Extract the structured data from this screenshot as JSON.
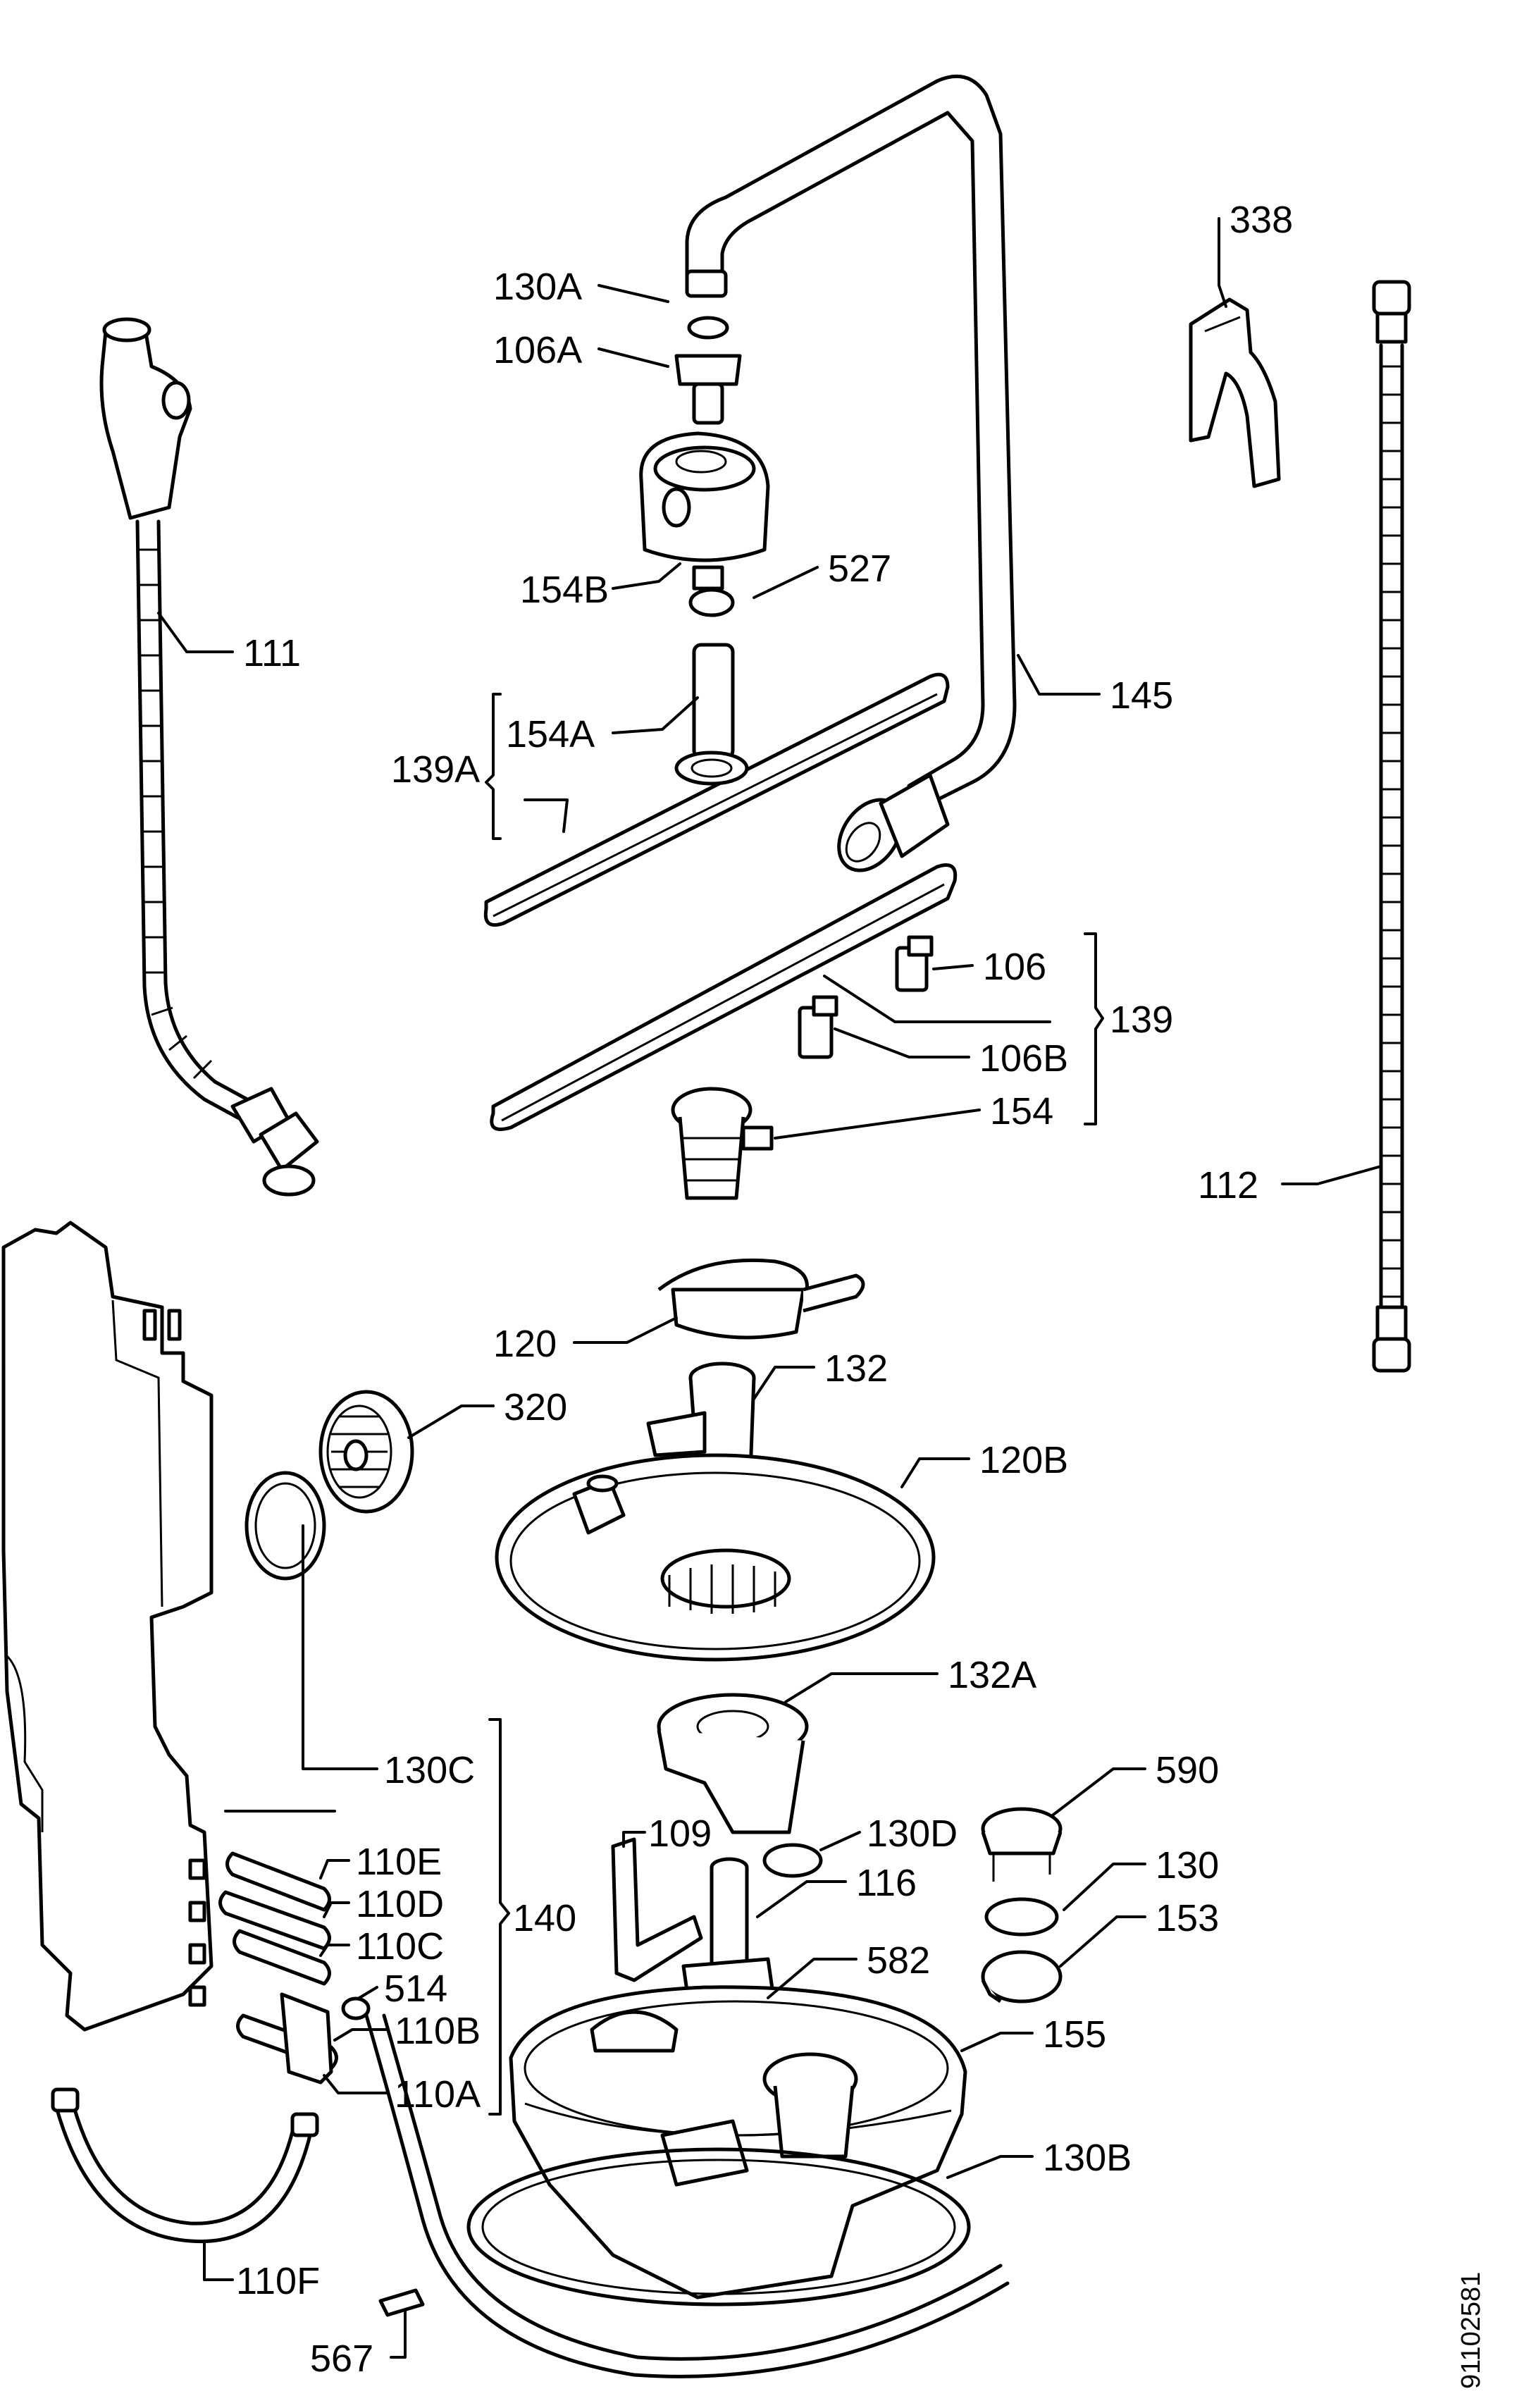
{
  "labels": {
    "p130A": "130A",
    "p106A": "106A",
    "p154B": "154B",
    "p527": "527",
    "p154A": "154A",
    "p139A": "139A",
    "p145": "145",
    "p338": "338",
    "p111": "111",
    "p112": "112",
    "p106": "106",
    "p106B": "106B",
    "p139": "139",
    "p154": "154",
    "p120": "120",
    "p132": "132",
    "p320": "320",
    "p120B": "120B",
    "p132A": "132A",
    "p130C": "130C",
    "p590": "590",
    "p130D": "130D",
    "p109": "109",
    "p116": "116",
    "p130": "130",
    "p153": "153",
    "p110E": "110E",
    "p110D": "110D",
    "p110C": "110C",
    "p140": "140",
    "p514": "514",
    "p582": "582",
    "p110B": "110B",
    "p110A": "110A",
    "p155": "155",
    "p130B": "130B",
    "p110F": "110F",
    "p567": "567"
  },
  "drawing_code": "91102581"
}
